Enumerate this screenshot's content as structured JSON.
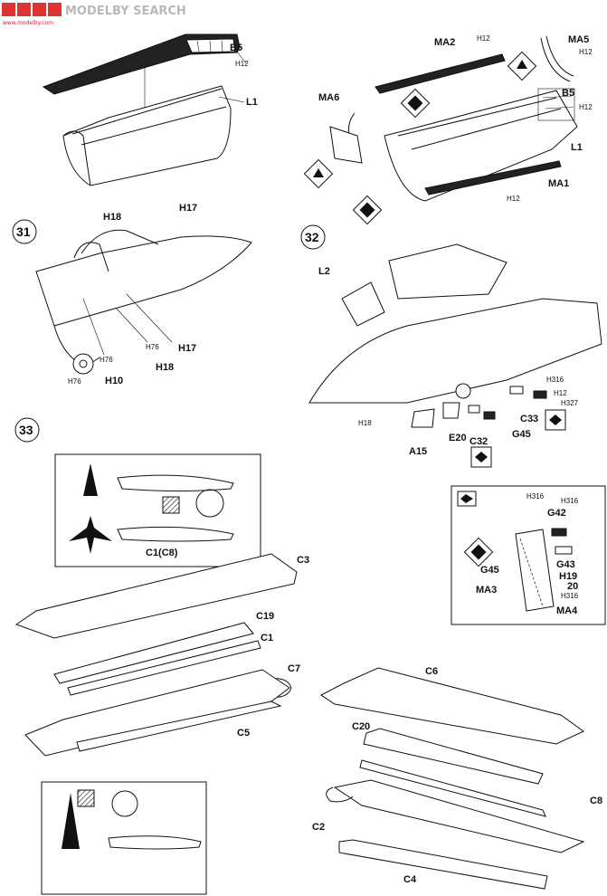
{
  "watermark": {
    "brand_text": "MODELBY SEARCH",
    "sub_text": "www.modelby.com"
  },
  "steps": {
    "s31": "31",
    "s32": "32",
    "s33": "33"
  },
  "top_left": {
    "b5": "B5",
    "h12": "H12",
    "l1": "L1"
  },
  "top_right": {
    "ma2": "MA2",
    "ma5": "MA5",
    "ma6": "MA6",
    "b5": "B5",
    "l1": "L1",
    "ma1": "MA1",
    "h12_a": "H12",
    "h12_b": "H12",
    "h12_c": "H12",
    "h12_d": "H12"
  },
  "step31": {
    "h18_top": "H18",
    "h17_top": "H17",
    "h17": "H17",
    "h18": "H18",
    "h10": "H10",
    "h76_a": "H76",
    "h76_b": "H76",
    "h76_c": "H76"
  },
  "step32": {
    "l2": "L2",
    "h316_a": "H316",
    "h12": "H12",
    "h327": "H327",
    "c33": "C33",
    "g45": "G45",
    "h18": "H18",
    "a15": "A15",
    "e20": "E20",
    "c32": "C32",
    "inset": {
      "h316_a": "H316",
      "h316_b": "H316",
      "g42": "G42",
      "g43": "G43",
      "g45": "G45",
      "h19": "H19",
      "n20": "20",
      "h316_c": "H316",
      "ma3": "MA3",
      "ma4": "MA4"
    }
  },
  "step33": {
    "c1c8": "C1(C8)",
    "c3": "C3",
    "c19": "C19",
    "c1": "C1",
    "c7": "C7",
    "c5": "C5",
    "c6": "C6",
    "c20": "C20",
    "c8": "C8",
    "c2": "C2",
    "c4": "C4"
  }
}
